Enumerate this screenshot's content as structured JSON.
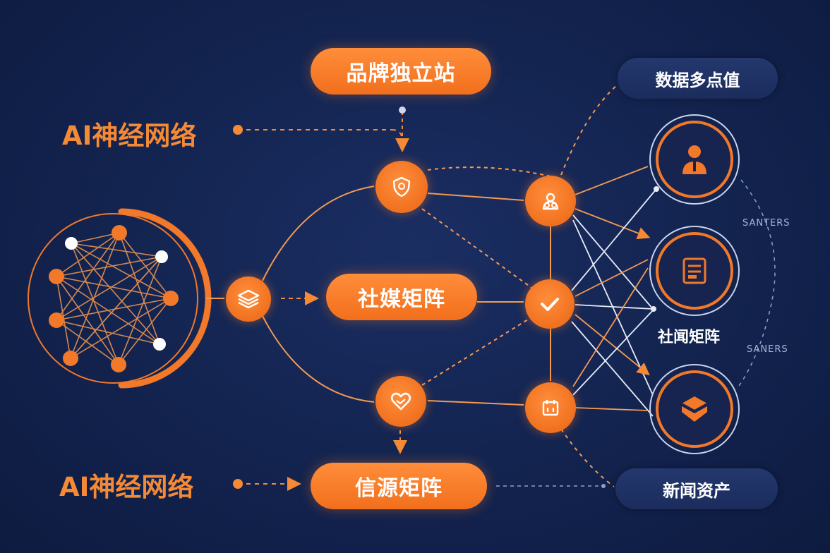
{
  "top_pill": "品牌独立站",
  "center_pill": "社媒矩阵",
  "bottom_pill": "信源矩阵",
  "left_top_label": "AI神经网络",
  "left_bottom_label": "AI神经网络",
  "right_top_pill": "数据多点值",
  "right_bottom_pill": "新闻资产",
  "right_mid_label": "社闻矩阵",
  "faint_label_1": "SANTERS",
  "faint_label_2": "SANERS",
  "colors": {
    "accent": "#f2782a",
    "background": "#142552",
    "line": "#f59a52",
    "white_line": "#e8ecf8"
  },
  "icons": {
    "network_cluster": "neural-network-icon",
    "stack": "layers-icon",
    "shield": "shield-icon",
    "heart": "heart-icon",
    "users": "users-icon",
    "check": "check-icon",
    "calendar": "calendar-icon",
    "person": "person-icon",
    "document": "document-icon",
    "cube": "cube-icon"
  }
}
